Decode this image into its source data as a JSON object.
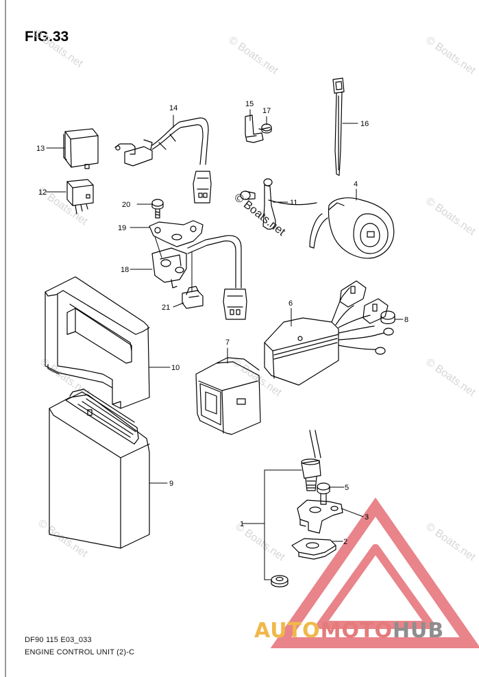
{
  "figure": {
    "title": "FIG.33",
    "code": "DF90 115 E03_033",
    "subtitle": "ENGINE CONTROL UNIT (2)-C"
  },
  "watermark": {
    "text": "© Boats.net"
  },
  "brand": {
    "part1": "AUTO",
    "part2": "MOTO",
    "part3": "HUB",
    "triangle_color": "#e8848a",
    "part1_color": "#f0b84a",
    "part2_color": "#e47a7a",
    "part3_color": "#8e8e8e"
  },
  "callouts": [
    {
      "id": "1",
      "label": "1"
    },
    {
      "id": "2",
      "label": "2"
    },
    {
      "id": "3",
      "label": "3"
    },
    {
      "id": "4",
      "label": "4"
    },
    {
      "id": "5",
      "label": "5"
    },
    {
      "id": "6",
      "label": "6"
    },
    {
      "id": "7",
      "label": "7"
    },
    {
      "id": "8",
      "label": "8"
    },
    {
      "id": "9",
      "label": "9"
    },
    {
      "id": "10",
      "label": "10"
    },
    {
      "id": "11",
      "label": "11"
    },
    {
      "id": "12",
      "label": "12"
    },
    {
      "id": "13",
      "label": "13"
    },
    {
      "id": "14",
      "label": "14"
    },
    {
      "id": "15",
      "label": "15"
    },
    {
      "id": "16",
      "label": "16"
    },
    {
      "id": "17",
      "label": "17"
    },
    {
      "id": "18",
      "label": "18"
    },
    {
      "id": "19",
      "label": "19"
    },
    {
      "id": "20",
      "label": "20"
    },
    {
      "id": "21",
      "label": "21"
    }
  ]
}
